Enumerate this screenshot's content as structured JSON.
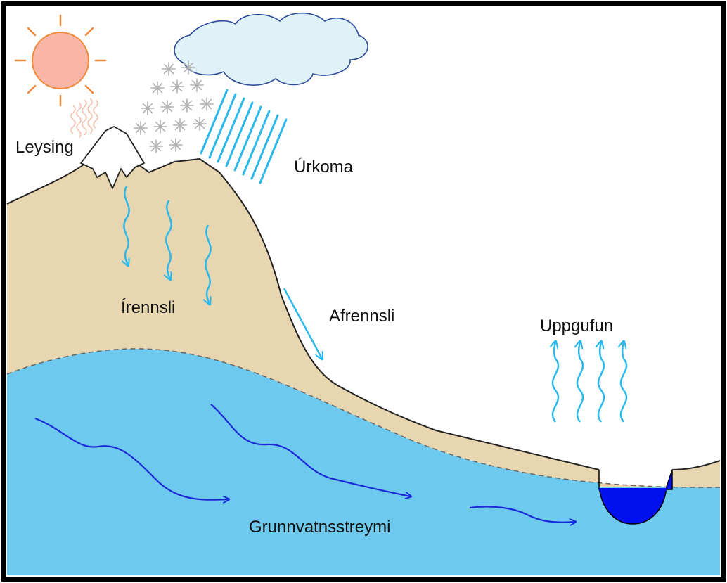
{
  "labels": {
    "leysing": "Leysing",
    "urkoma": "Úrkoma",
    "irennsli": "Írennsli",
    "afrennsli": "Afrennsli",
    "uppgufun": "Uppgufun",
    "grunnvatnsstreymi": "Grunnvatnsstreymi"
  },
  "colors": {
    "sun": "#f9b6a6",
    "sun_rays": "#f08a3c",
    "cloud_fill": "#dff2f7",
    "cloud_stroke": "#2b4a9a",
    "snow_flakes": "#b0b0b0",
    "rain": "#2bb8ea",
    "land": "#e8d6b0",
    "ground_water": "#6ec9ef",
    "lake": "#0011ee",
    "flow_arrows": "#1a2ad6",
    "infiltration_arrows": "#2bb8ea",
    "frame": "#000000"
  },
  "icons": [
    "sun-icon",
    "cloud-icon",
    "snowflake-icon",
    "rain-lines",
    "heat-waves-icon"
  ]
}
